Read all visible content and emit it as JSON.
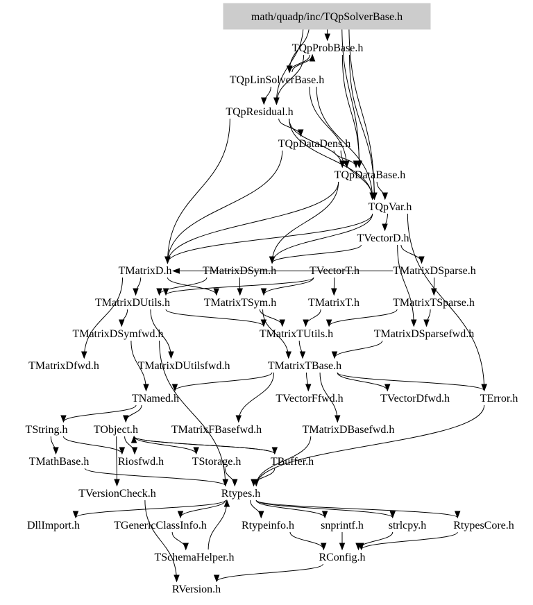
{
  "root": "math/quadp/inc/TQpSolverBase.h",
  "nodes": [
    {
      "id": "TQpSolverBase",
      "label": "math/quadp/inc/TQpSolverBase.h",
      "root": true
    },
    {
      "id": "TQpProbBase",
      "label": "TQpProbBase.h"
    },
    {
      "id": "TQpLinSolverBase",
      "label": "TQpLinSolverBase.h"
    },
    {
      "id": "TQpResidual",
      "label": "TQpResidual.h"
    },
    {
      "id": "TQpDataDens",
      "label": "TQpDataDens.h"
    },
    {
      "id": "TQpDataBase",
      "label": "TQpDataBase.h"
    },
    {
      "id": "TQpVar",
      "label": "TQpVar.h"
    },
    {
      "id": "TVectorD",
      "label": "TVectorD.h"
    },
    {
      "id": "TMatrixD",
      "label": "TMatrixD.h"
    },
    {
      "id": "TMatrixDSym",
      "label": "TMatrixDSym.h"
    },
    {
      "id": "TVectorT",
      "label": "TVectorT.h"
    },
    {
      "id": "TMatrixDSparse",
      "label": "TMatrixDSparse.h"
    },
    {
      "id": "TMatrixDUtils",
      "label": "TMatrixDUtils.h"
    },
    {
      "id": "TMatrixTSym",
      "label": "TMatrixTSym.h"
    },
    {
      "id": "TMatrixT",
      "label": "TMatrixT.h"
    },
    {
      "id": "TMatrixTSparse",
      "label": "TMatrixTSparse.h"
    },
    {
      "id": "TMatrixDSymfwd",
      "label": "TMatrixDSymfwd.h"
    },
    {
      "id": "TMatrixTUtils",
      "label": "TMatrixTUtils.h"
    },
    {
      "id": "TMatrixDSparsefwd",
      "label": "TMatrixDSparsefwd.h"
    },
    {
      "id": "TMatrixDfwd",
      "label": "TMatrixDfwd.h"
    },
    {
      "id": "TMatrixDUtilsfwd",
      "label": "TMatrixDUtilsfwd.h"
    },
    {
      "id": "TMatrixTBase",
      "label": "TMatrixTBase.h"
    },
    {
      "id": "TNamed",
      "label": "TNamed.h"
    },
    {
      "id": "TVectorFfwd",
      "label": "TVectorFfwd.h"
    },
    {
      "id": "TVectorDfwd",
      "label": "TVectorDfwd.h"
    },
    {
      "id": "TError",
      "label": "TError.h"
    },
    {
      "id": "TString",
      "label": "TString.h"
    },
    {
      "id": "TObject",
      "label": "TObject.h"
    },
    {
      "id": "TMatrixFBasefwd",
      "label": "TMatrixFBasefwd.h"
    },
    {
      "id": "TMatrixDBasefwd",
      "label": "TMatrixDBasefwd.h"
    },
    {
      "id": "TMathBase",
      "label": "TMathBase.h"
    },
    {
      "id": "Riosfwd",
      "label": "Riosfwd.h"
    },
    {
      "id": "TStorage",
      "label": "TStorage.h"
    },
    {
      "id": "TBuffer",
      "label": "TBuffer.h"
    },
    {
      "id": "TVersionCheck",
      "label": "TVersionCheck.h"
    },
    {
      "id": "Rtypes",
      "label": "Rtypes.h"
    },
    {
      "id": "DllImport",
      "label": "DllImport.h"
    },
    {
      "id": "TGenericClassInfo",
      "label": "TGenericClassInfo.h"
    },
    {
      "id": "Rtypeinfo",
      "label": "Rtypeinfo.h"
    },
    {
      "id": "snprintf",
      "label": "snprintf.h"
    },
    {
      "id": "strlcpy",
      "label": "strlcpy.h"
    },
    {
      "id": "RtypesCore",
      "label": "RtypesCore.h"
    },
    {
      "id": "TSchemaHelper",
      "label": "TSchemaHelper.h"
    },
    {
      "id": "RConfig",
      "label": "RConfig.h"
    },
    {
      "id": "RVersion",
      "label": "RVersion.h"
    }
  ],
  "edges": [
    [
      "TQpSolverBase",
      "TQpProbBase"
    ],
    [
      "TQpSolverBase",
      "TQpLinSolverBase"
    ],
    [
      "TQpSolverBase",
      "TQpResidual"
    ],
    [
      "TQpSolverBase",
      "TQpDataBase"
    ],
    [
      "TQpSolverBase",
      "TQpVar"
    ],
    [
      "TQpProbBase",
      "TQpLinSolverBase"
    ],
    [
      "TQpProbBase",
      "TQpResidual"
    ],
    [
      "TQpProbBase",
      "TQpDataBase"
    ],
    [
      "TQpProbBase",
      "TQpVar"
    ],
    [
      "TQpLinSolverBase",
      "TQpProbBase"
    ],
    [
      "TQpLinSolverBase",
      "TQpResidual"
    ],
    [
      "TQpLinSolverBase",
      "TQpDataBase"
    ],
    [
      "TQpLinSolverBase",
      "TQpVar"
    ],
    [
      "TQpResidual",
      "TQpDataDens"
    ],
    [
      "TQpResidual",
      "TQpDataBase"
    ],
    [
      "TQpResidual",
      "TQpVar"
    ],
    [
      "TQpResidual",
      "TMatrixD"
    ],
    [
      "TQpDataDens",
      "TQpDataBase"
    ],
    [
      "TQpDataDens",
      "TQpVar"
    ],
    [
      "TQpDataDens",
      "TMatrixD"
    ],
    [
      "TQpDataBase",
      "TQpVar"
    ],
    [
      "TQpDataBase",
      "TMatrixD"
    ],
    [
      "TQpDataBase",
      "TMatrixDSym"
    ],
    [
      "TQpVar",
      "TVectorD"
    ],
    [
      "TQpVar",
      "TMatrixD"
    ],
    [
      "TQpVar",
      "TMatrixDSym"
    ],
    [
      "TQpVar",
      "TError"
    ],
    [
      "TVectorD",
      "TMatrixDSym"
    ],
    [
      "TVectorD",
      "TMatrixDSparse"
    ],
    [
      "TVectorD",
      "TMatrixDSparsefwd"
    ],
    [
      "TMatrixD",
      "TMatrixDUtils"
    ],
    [
      "TMatrixD",
      "TMatrixTSym"
    ],
    [
      "TMatrixD",
      "TMatrixDfwd"
    ],
    [
      "TMatrixDSym",
      "TMatrixTSym"
    ],
    [
      "TMatrixDSym",
      "TMatrixDUtils"
    ],
    [
      "TVectorT",
      "TMatrixT"
    ],
    [
      "TVectorT",
      "TMatrixDUtils"
    ],
    [
      "TVectorT",
      "TMatrixTSym"
    ],
    [
      "TMatrixDSparse",
      "TMatrixTSparse"
    ],
    [
      "TMatrixDSparse",
      "TMatrixD"
    ],
    [
      "TMatrixDUtils",
      "TMatrixDSymfwd"
    ],
    [
      "TMatrixDUtils",
      "TMatrixDUtilsfwd"
    ],
    [
      "TMatrixDUtils",
      "TMatrixTUtils"
    ],
    [
      "TMatrixTSym",
      "TMatrixTUtils"
    ],
    [
      "TMatrixTSym",
      "TMatrixTBase"
    ],
    [
      "TMatrixT",
      "TMatrixTUtils"
    ],
    [
      "TMatrixTSparse",
      "TMatrixTUtils"
    ],
    [
      "TMatrixTSparse",
      "TMatrixDSparsefwd"
    ],
    [
      "TMatrixTUtils",
      "TMatrixTBase"
    ],
    [
      "TMatrixDSparsefwd",
      "TMatrixTBase"
    ],
    [
      "TMatrixDSymfwd",
      "TNamed"
    ],
    [
      "TMatrixDSymfwd",
      "Rtypes"
    ],
    [
      "TMatrixTBase",
      "TNamed"
    ],
    [
      "TMatrixTBase",
      "TVectorFfwd"
    ],
    [
      "TMatrixTBase",
      "TVectorDfwd"
    ],
    [
      "TMatrixTBase",
      "TError"
    ],
    [
      "TMatrixTBase",
      "TMatrixFBasefwd"
    ],
    [
      "TMatrixTBase",
      "TMatrixDBasefwd"
    ],
    [
      "TNamed",
      "TString"
    ],
    [
      "TNamed",
      "TObject"
    ],
    [
      "TString",
      "TMathBase"
    ],
    [
      "TString",
      "Riosfwd"
    ],
    [
      "TObject",
      "Riosfwd"
    ],
    [
      "TObject",
      "TStorage"
    ],
    [
      "TObject",
      "TBuffer"
    ],
    [
      "TObject",
      "TVersionCheck"
    ],
    [
      "TBuffer",
      "TObject"
    ],
    [
      "TBuffer",
      "Rtypes"
    ],
    [
      "TStorage",
      "Rtypes"
    ],
    [
      "TMathBase",
      "Rtypes"
    ],
    [
      "TMatrixDBasefwd",
      "Rtypes"
    ],
    [
      "TError",
      "Rtypes"
    ],
    [
      "TVersionCheck",
      "RVersion"
    ],
    [
      "Rtypes",
      "DllImport"
    ],
    [
      "Rtypes",
      "TGenericClassInfo"
    ],
    [
      "Rtypes",
      "Rtypeinfo"
    ],
    [
      "Rtypes",
      "snprintf"
    ],
    [
      "Rtypes",
      "strlcpy"
    ],
    [
      "Rtypes",
      "RtypesCore"
    ],
    [
      "TGenericClassInfo",
      "TSchemaHelper"
    ],
    [
      "TSchemaHelper",
      "Rtypes"
    ],
    [
      "Rtypeinfo",
      "RConfig"
    ],
    [
      "snprintf",
      "RConfig"
    ],
    [
      "strlcpy",
      "RConfig"
    ],
    [
      "RtypesCore",
      "RConfig"
    ],
    [
      "RConfig",
      "RVersion"
    ]
  ]
}
